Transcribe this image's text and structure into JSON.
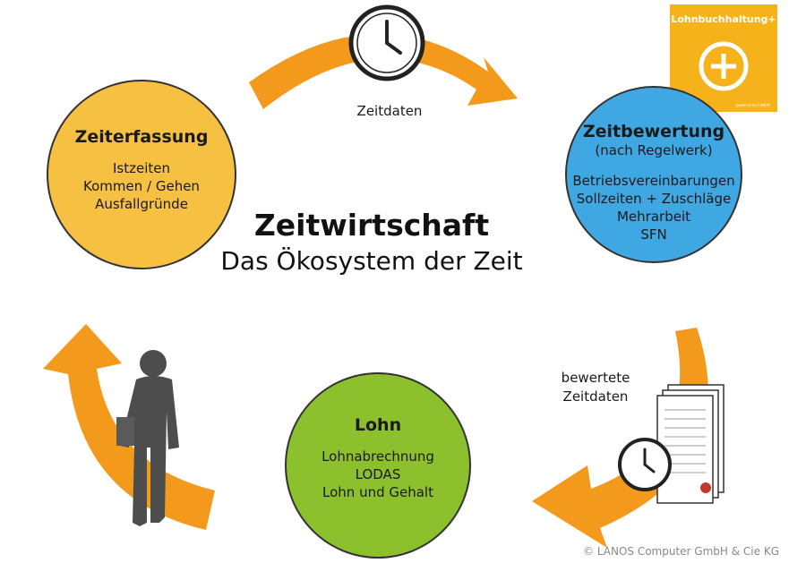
{
  "badge": {
    "title": "Lohnbuchhaltung+",
    "footer": "powered by LANOS",
    "icon": "plus-circle-icon",
    "color": "#f6b21b"
  },
  "top_label": "Zeitdaten",
  "center": {
    "title": "Zeitwirtschaft",
    "subtitle": "Das Ökosystem der Zeit"
  },
  "nodes": {
    "zeiterfassung": {
      "title": "Zeiterfassung",
      "lines": [
        "Istzeiten",
        "Kommen / Gehen",
        "Ausfallgründe"
      ],
      "color": "#f6c143"
    },
    "zeitbewertung": {
      "title": "Zeitbewertung",
      "subtitle": "(nach Regelwerk)",
      "lines": [
        "Betriebsvereinbarungen",
        "Sollzeiten + Zuschläge",
        "Mehrarbeit",
        "SFN"
      ],
      "color": "#3fa8e2"
    },
    "lohn": {
      "title": "Lohn",
      "lines": [
        "Lohnabrechnung",
        "LODAS",
        "Lohn und Gehalt"
      ],
      "color": "#8dc02d"
    }
  },
  "right_label": {
    "line1": "bewertete",
    "line2": "Zeitdaten"
  },
  "copyright": "© LANOS Computer GmbH & Cie KG",
  "arrow_color": "#f39a1d"
}
